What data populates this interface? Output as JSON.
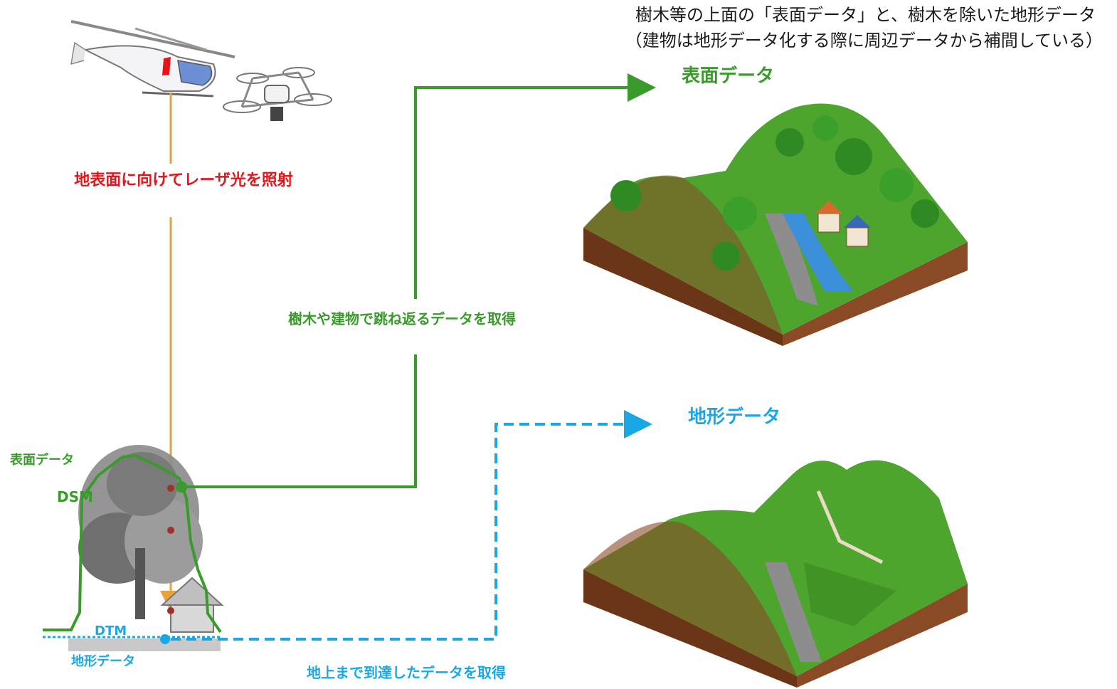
{
  "caption": {
    "line1": "樹木等の上面の「表面データ」と、樹木を除いた地形データ",
    "line2": "（建物は地形データ化する際に周辺データから補間している）"
  },
  "labels": {
    "laser": "地表面に向けてレーザ光を照射",
    "surface_return": "樹木や建物で跳ね返るデータを取得",
    "ground_return": "地上まで到達したデータを取得",
    "surface_title": "表面データ",
    "terrain_title": "地形データ",
    "left_surface": "表面データ",
    "left_terrain": "地形データ",
    "dsm": "DSM",
    "dtm": "DTM"
  },
  "colors": {
    "red": "#e8141a",
    "green": "#3a9a2c",
    "blue": "#1aa7e6",
    "orange": "#e9a33a",
    "soil": "#8b4a26",
    "grass": "#4ea52e",
    "road": "#8d8d8d",
    "water": "#3c8fd9"
  },
  "icons": {
    "aircraft": "helicopter-icon",
    "drone": "drone-icon",
    "tree": "tree-icon",
    "house": "house-icon"
  }
}
